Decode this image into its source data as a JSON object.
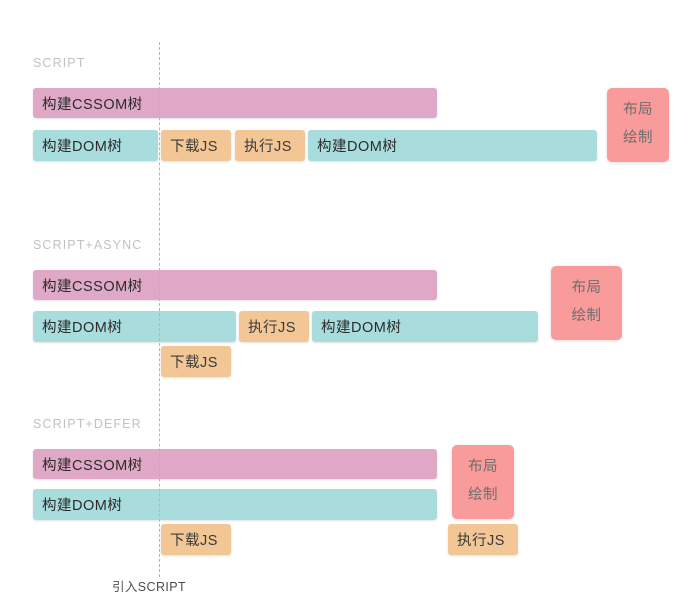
{
  "diagram": {
    "title_labels": {
      "section1": "SCRIPT",
      "section2": "SCRIPT+ASYNC",
      "section3": "SCRIPT+DEFER"
    },
    "timeline_marker_caption": "引入SCRIPT",
    "colors": {
      "cssom": "#dfa8c6",
      "dom": "#a9dcdd",
      "js": "#f3c795",
      "render": "#f99b9b",
      "phase_label": "#c2c2c2",
      "marker": "#b5b5b5"
    },
    "labels": {
      "build_cssom": "构建CSSOM树",
      "build_dom": "构建DOM树",
      "download_js": "下载JS",
      "execute_js": "执行JS",
      "layout": "布局",
      "paint": "绘制"
    },
    "sections": [
      {
        "name": "script",
        "label": "SCRIPT",
        "bars": [
          {
            "kind": "cssom",
            "text": "构建CSSOM树"
          },
          {
            "kind": "dom",
            "text": "构建DOM树"
          },
          {
            "kind": "js",
            "text": "下载JS"
          },
          {
            "kind": "js",
            "text": "执行JS"
          },
          {
            "kind": "dom",
            "text": "构建DOM树"
          }
        ],
        "render": {
          "line1": "布局",
          "line2": "绘制"
        }
      },
      {
        "name": "script-async",
        "label": "SCRIPT+ASYNC",
        "bars": [
          {
            "kind": "cssom",
            "text": "构建CSSOM树"
          },
          {
            "kind": "dom",
            "text": "构建DOM树"
          },
          {
            "kind": "js",
            "text": "执行JS"
          },
          {
            "kind": "dom",
            "text": "构建DOM树"
          },
          {
            "kind": "js",
            "text": "下载JS"
          }
        ],
        "render": {
          "line1": "布局",
          "line2": "绘制"
        }
      },
      {
        "name": "script-defer",
        "label": "SCRIPT+DEFER",
        "bars": [
          {
            "kind": "cssom",
            "text": "构建CSSOM树"
          },
          {
            "kind": "dom",
            "text": "构建DOM树"
          },
          {
            "kind": "js",
            "text": "下载JS"
          },
          {
            "kind": "js",
            "text": "执行JS"
          }
        ],
        "render": {
          "line1": "布局",
          "line2": "绘制"
        }
      }
    ]
  }
}
